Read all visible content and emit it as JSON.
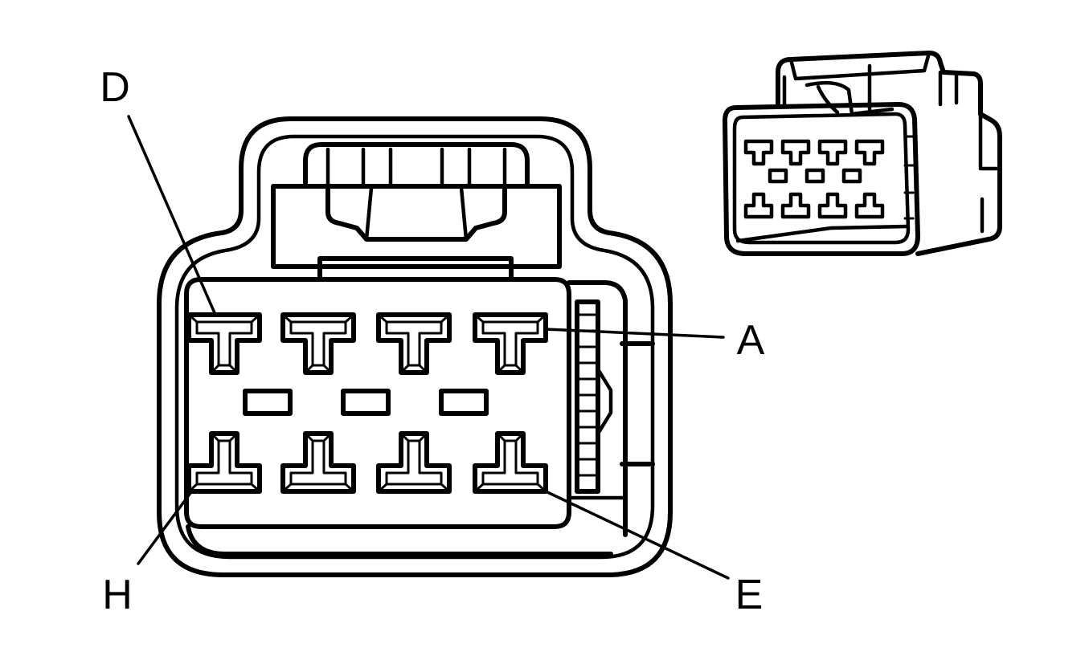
{
  "diagram": {
    "pin_labels": {
      "d": "D",
      "a": "A",
      "h": "H",
      "e": "E"
    }
  }
}
